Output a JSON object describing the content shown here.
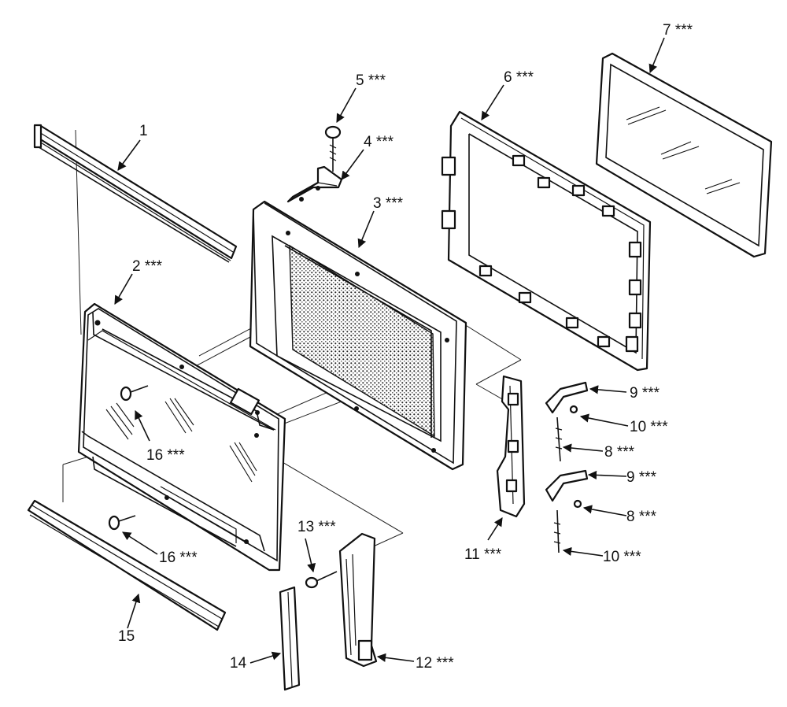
{
  "labels": {
    "p1": "1",
    "p2": "2 ***",
    "p3": "3 ***",
    "p4": "4 ***",
    "p5": "5 ***",
    "p6": "6 ***",
    "p7": "7 ***",
    "p8a": "8 ***",
    "p8b": "8 ***",
    "p9a": "9 ***",
    "p9b": "9 ***",
    "p10a": "10 ***",
    "p10b": "10 ***",
    "p11": "11 ***",
    "p12": "12 ***",
    "p13": "13 ***",
    "p14": "14",
    "p15": "15",
    "p16a": "16 ***",
    "p16b": "16 ***"
  }
}
